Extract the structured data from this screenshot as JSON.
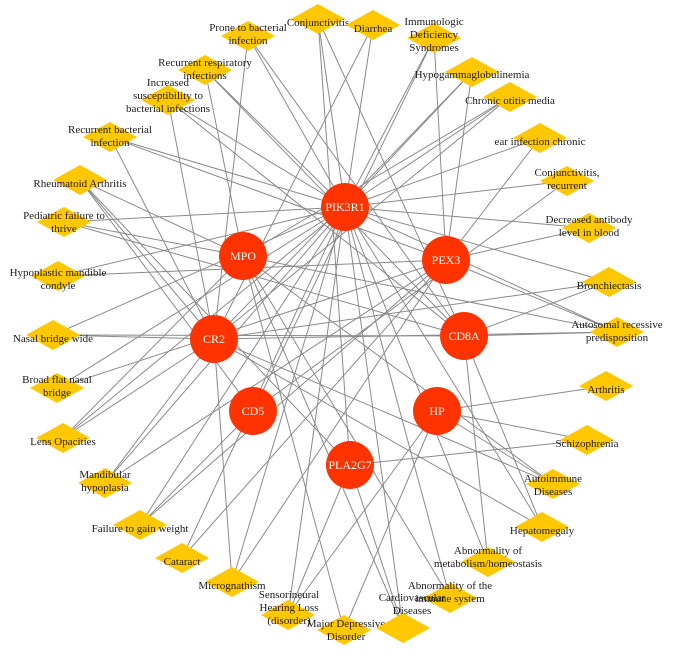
{
  "genes": [
    {
      "id": "PIK3R1",
      "label": "PIK3R1"
    },
    {
      "id": "MPO",
      "label": "MPO"
    },
    {
      "id": "PEX3",
      "label": "PEX3"
    },
    {
      "id": "CR2",
      "label": "CR2"
    },
    {
      "id": "CD8A",
      "label": "CD8A"
    },
    {
      "id": "CD5",
      "label": "CD5"
    },
    {
      "id": "HP",
      "label": "HP"
    },
    {
      "id": "PLA2G7",
      "label": "PLA2G7"
    }
  ],
  "diseases": [
    {
      "id": "conjunctivitis",
      "label": [
        "Conjunctivitis"
      ]
    },
    {
      "id": "diarrhea",
      "label": [
        "Diarrhea"
      ]
    },
    {
      "id": "immunologic-deficiency-syndromes",
      "label": [
        "Immunologic",
        "Deficiency",
        "Syndromes"
      ]
    },
    {
      "id": "prone-to-bacterial-infection",
      "label": [
        "Prone to bacterial",
        "infection"
      ]
    },
    {
      "id": "recurrent-respiratory-infections",
      "label": [
        "Recurrent respiratory",
        "infections"
      ]
    },
    {
      "id": "hypogammaglobulinemia",
      "label": [
        "Hypogammaglobulinemia"
      ]
    },
    {
      "id": "chronic-otitis-media",
      "label": [
        "Chronic otitis media"
      ]
    },
    {
      "id": "increased-susceptibility-to-bacterial-infections",
      "label": [
        "Increased",
        "susceptibility to",
        "bacterial infections"
      ]
    },
    {
      "id": "recurrent-bacterial-infection",
      "label": [
        "Recurrent bacterial",
        "infection"
      ]
    },
    {
      "id": "ear-infection-chronic",
      "label": [
        "ear infection chronic"
      ]
    },
    {
      "id": "rheumatoid-arthritis",
      "label": [
        "Rheumatoid Arthritis"
      ]
    },
    {
      "id": "conjunctivitis-recurrent",
      "label": [
        "Conjunctivitis,",
        "recurrent"
      ]
    },
    {
      "id": "pediatric-failure-to-thrive",
      "label": [
        "Pediatric failure to",
        "thrive"
      ]
    },
    {
      "id": "decreased-antibody-level-in-blood",
      "label": [
        "Decreased antibody",
        "level in blood"
      ]
    },
    {
      "id": "hypoplastic-mandible-condyle",
      "label": [
        "Hypoplastic mandible",
        "condyle"
      ]
    },
    {
      "id": "bronchiectasis",
      "label": [
        "Bronchiectasis"
      ]
    },
    {
      "id": "nasal-bridge-wide",
      "label": [
        "Nasal bridge wide"
      ]
    },
    {
      "id": "autosomal-recessive-predisposition",
      "label": [
        "Autosomal recessive",
        "predisposition"
      ]
    },
    {
      "id": "broad-flat-nasal-bridge",
      "label": [
        "Broad flat nasal",
        "bridge"
      ]
    },
    {
      "id": "arthritis",
      "label": [
        "Arthritis"
      ]
    },
    {
      "id": "lens-opacities",
      "label": [
        "Lens Opacities"
      ]
    },
    {
      "id": "schizophrenia",
      "label": [
        "Schizophrenia"
      ]
    },
    {
      "id": "mandibular-hypoplasia",
      "label": [
        "Mandibular",
        "hypoplasia"
      ]
    },
    {
      "id": "autoimmune-diseases",
      "label": [
        "Autoimmune",
        "Diseases"
      ]
    },
    {
      "id": "failure-to-gain-weight",
      "label": [
        "Failure to gain weight"
      ]
    },
    {
      "id": "hepatomegaly",
      "label": [
        "Hepatomegaly"
      ]
    },
    {
      "id": "cataract",
      "label": [
        "Cataract"
      ]
    },
    {
      "id": "abnormality-of-metabolism-homeostasis",
      "label": [
        "Abnormality of",
        "metabolism/homeostasis"
      ]
    },
    {
      "id": "micrognathism",
      "label": [
        "Micrognathism"
      ]
    },
    {
      "id": "abnormality-of-the-immune-system",
      "label": [
        "Abnormality of the",
        "immune system"
      ]
    },
    {
      "id": "sensorineural-hearing-loss",
      "label": [
        "Sensorineural",
        "Hearing Loss",
        "(disorder)"
      ]
    },
    {
      "id": "major-depressive-disorder",
      "label": [
        "Major Depressive",
        "Disorder"
      ]
    },
    {
      "id": "cardiovascular-diseases",
      "label": [
        "Cardiovascular",
        "Diseases"
      ]
    }
  ],
  "colors": {
    "gene": "#ff3300",
    "disease": "#ffc800",
    "edge": "#8a8a8a"
  }
}
